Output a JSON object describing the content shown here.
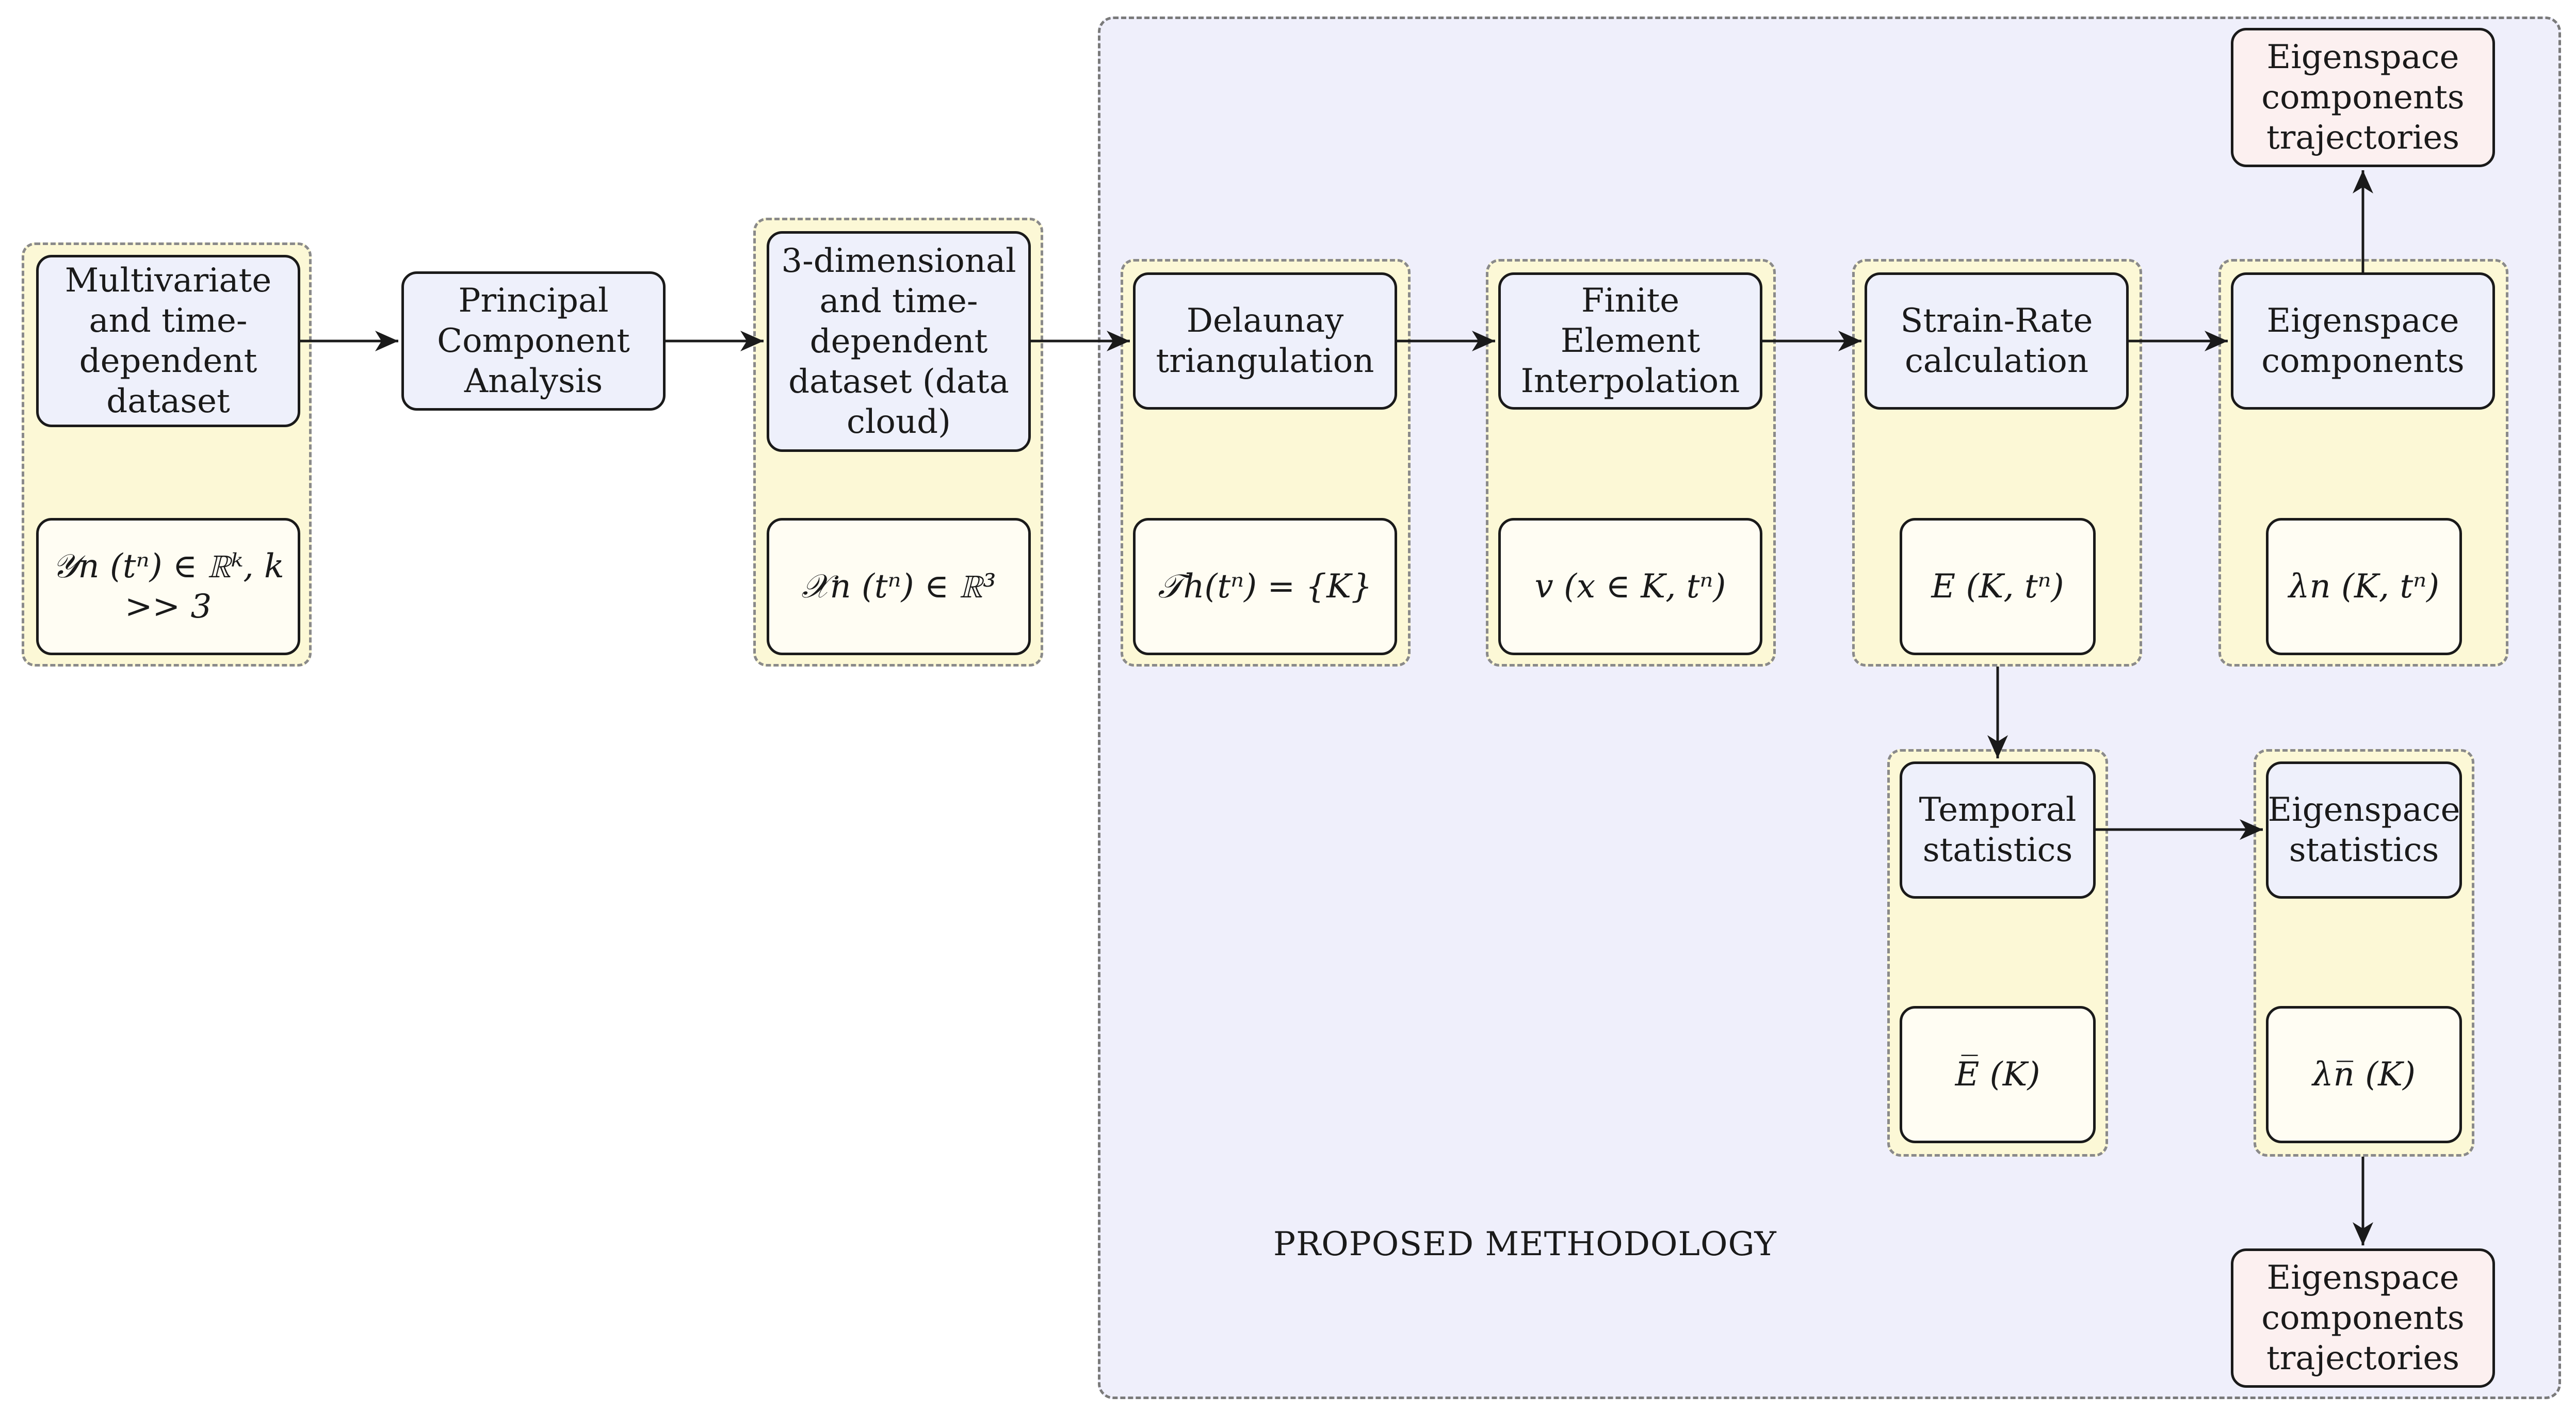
{
  "region_label": "PROPOSED METHODOLOGY",
  "nodes": {
    "multivariate": "Multivariate and time-dependent dataset",
    "pca": "Principal Component Analysis",
    "three_dim": "3-dimensional and time-dependent dataset (data cloud)",
    "delaunay": "Delaunay triangulation",
    "fem": "Finite Element Interpolation",
    "strain": "Strain-Rate calculation",
    "eigen": "Eigenspace components",
    "eigen_traj_top": "Eigenspace components trajectories",
    "temporal": "Temporal statistics",
    "eigen_stats": "Eigenspace statistics",
    "eigen_traj_bottom": "Eigenspace components trajectories"
  },
  "formulas": {
    "y_dataset": "𝒴n (tⁿ) ∈ ℝᵏ, k >> 3",
    "x_dataset": "𝒳n (tⁿ) ∈ ℝ³",
    "triangulation": "𝒯h(tⁿ) = {K}",
    "velocity": "v (x ∈ K, tⁿ)",
    "strain_tensor": "E (K, tⁿ)",
    "eigen_values": "λn (K, tⁿ)",
    "mean_strain": "E̅ (K)",
    "mean_eigen": "λn̅ (K)"
  },
  "colors": {
    "method_region": "#efeffb",
    "group_fill": "#fcf8d6",
    "process_box": "#eef0fb",
    "formula_box": "#fffdf3",
    "output_box": "#fcf0f0"
  }
}
